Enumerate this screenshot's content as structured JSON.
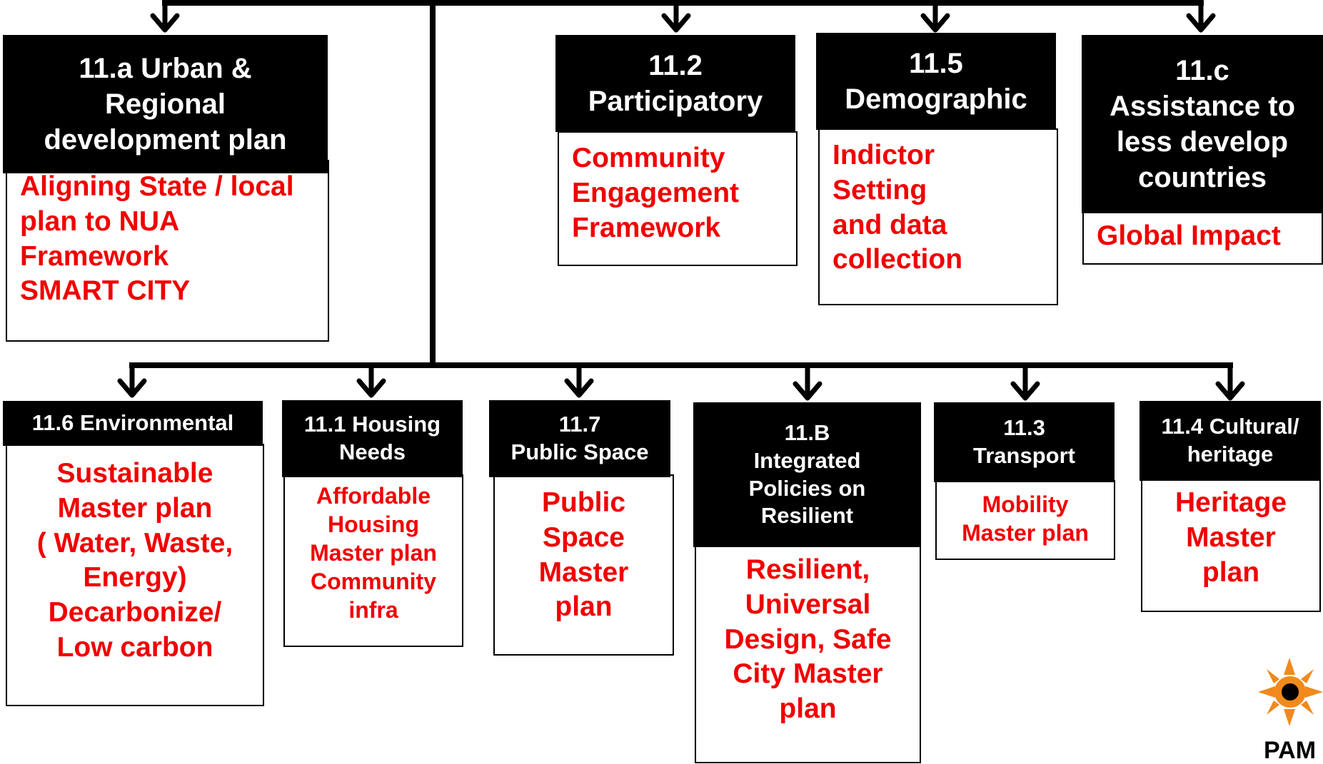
{
  "colors": {
    "header_bg": "#000000",
    "header_text": "#ffffff",
    "body_text": "#f00000",
    "line": "#000000",
    "logo_orange": "#f08a1c"
  },
  "top_row": [
    {
      "title": [
        "11.a Urban &",
        "Regional",
        "development plan"
      ],
      "items": [
        "Aligning State / local",
        "plan  to NUA",
        "Framework",
        "SMART CITY"
      ]
    },
    {
      "title": [
        "11.2",
        "Participatory"
      ],
      "items": [
        "Community",
        "Engagement",
        "Framework"
      ]
    },
    {
      "title": [
        "11.5",
        "Demographic"
      ],
      "items": [
        "Indictor",
        "Setting",
        "and data",
        "collection"
      ]
    },
    {
      "title": [
        "11.c",
        "Assistance to",
        "less develop",
        "countries"
      ],
      "items": [
        "Global Impact"
      ]
    }
  ],
  "bottom_row": [
    {
      "title": [
        "11.6 Environmental"
      ],
      "items": [
        "Sustainable",
        "Master plan",
        "( Water, Waste,",
        "Energy)",
        "Decarbonize/",
        "Low carbon"
      ]
    },
    {
      "title": [
        "11.1 Housing",
        "Needs"
      ],
      "items": [
        "Affordable",
        "Housing",
        "Master plan",
        "Community",
        "infra"
      ]
    },
    {
      "title": [
        "11.7",
        "Public Space"
      ],
      "items": [
        "Public",
        "Space",
        "Master",
        "plan"
      ]
    },
    {
      "title": [
        "11.B",
        "Integrated",
        "Policies on",
        "Resilient"
      ],
      "items": [
        "Resilient,",
        "Universal",
        "Design, Safe",
        "City Master",
        "plan"
      ]
    },
    {
      "title": [
        "11.3",
        "Transport"
      ],
      "items": [
        "Mobility",
        "Master plan"
      ]
    },
    {
      "title": [
        "11.4 Cultural/",
        "heritage"
      ],
      "items": [
        "Heritage",
        "Master",
        "plan"
      ]
    }
  ],
  "logo": {
    "text": "PAM"
  }
}
